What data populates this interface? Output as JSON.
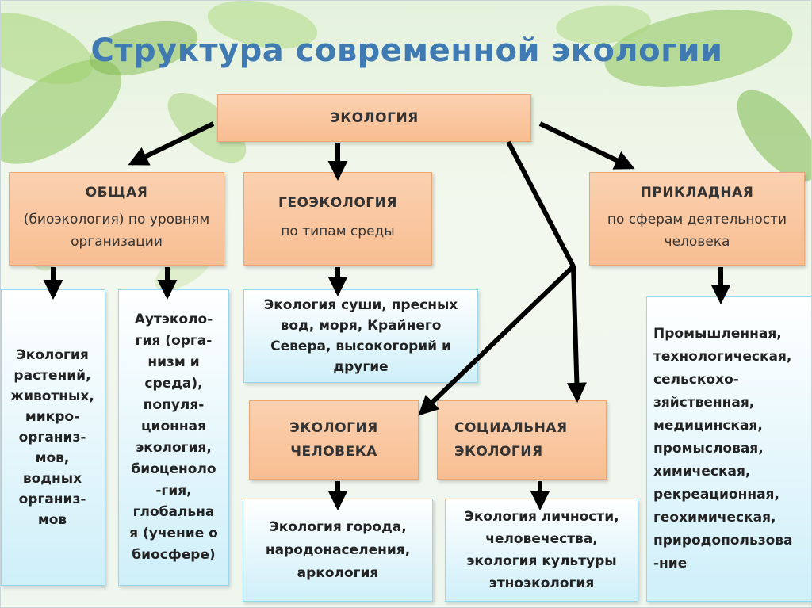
{
  "title": "Структура современной экологии",
  "root": "ЭКОЛОГИЯ",
  "general": {
    "title": "ОБЩАЯ",
    "subtitle": "(биоэкология) по уровням организации"
  },
  "geo": {
    "title": "ГЕОЭКОЛОГИЯ",
    "subtitle": "по типам среды"
  },
  "applied": {
    "title": "ПРИКЛАДНАЯ",
    "subtitle": "по сферам деятельности человека"
  },
  "general_left": "Экология растений, животных, микро-организ-мов, водных организ-мов",
  "general_right": "Аутэколо-гия (орга-низм и среда), популя-ционная экология, биоценоло -гия, глобальна я (учение о биосфере)",
  "geo_detail": "Экология суши, пресных вод, моря, Крайнего Севера, высокогорий и другие",
  "human": {
    "title": "ЭКОЛОГИЯ ЧЕЛОВЕКА"
  },
  "social": {
    "title": "СОЦИАЛЬНАЯ ЭКОЛОГИЯ"
  },
  "human_detail": "Экология города, народонаселения, аркология",
  "social_detail": "Экология личности, человечества, экология культуры этноэкология",
  "applied_detail": "Промышленная, технологическая, сельскохо-зяйственная, медицинская, промысловая, химическая, рекреационная, геохимическая, природопользова -ние"
}
